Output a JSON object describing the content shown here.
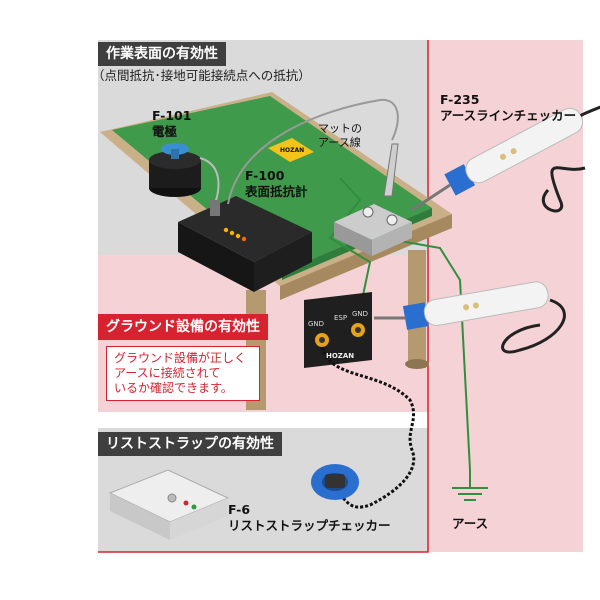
{
  "sections": {
    "work_surface": {
      "title": "作業表面の有効性",
      "subtitle": "（点間抵抗･接地可能接続点への抵抗）"
    },
    "ground": {
      "title": "グラウンド設備の有効性",
      "note_lines": [
        "グラウンド設備が正しく",
        "アースに接続されて",
        "いるか確認できます。"
      ]
    },
    "wrist": {
      "title": "リストストラップの有効性"
    }
  },
  "devices": {
    "f101": {
      "model": "F-101",
      "name": "電極"
    },
    "f100": {
      "model": "F-100",
      "name": "表面抵抗計"
    },
    "f235": {
      "model": "F-235",
      "name": "アースラインチェッカー"
    },
    "f6": {
      "model": "F-6",
      "name": "リストストラップチェッカー"
    },
    "mat_wire_lines": [
      "マットの",
      "アース線"
    ],
    "earth_label": "アース"
  },
  "panel_labels": [
    "GND",
    "ESP",
    "GND"
  ],
  "brand": "HOZAN",
  "colors": {
    "red": "#d6232f",
    "pink_region": "#f5d2d6",
    "gray_region": "#dadada",
    "mat_green": "#3f9a4c",
    "table_wood": "#c9b088"
  }
}
